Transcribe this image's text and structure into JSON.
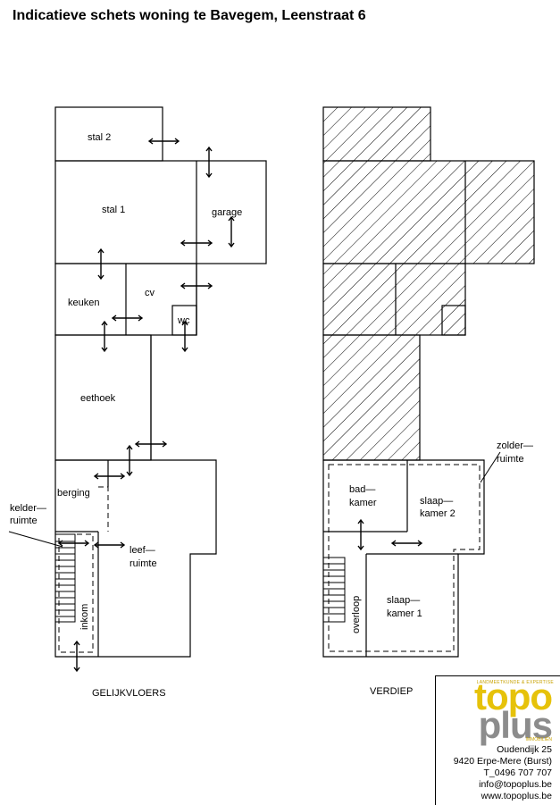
{
  "title": "Indicatieve schets woning te Bavegem, Leenstraat 6",
  "ground_floor": {
    "caption": "GELIJKVLOERS",
    "rooms": {
      "stal2": "stal  2",
      "stal1": "stal  1",
      "garage": "garage",
      "keuken": "keuken",
      "cv": "cv",
      "wc": "wc",
      "eethoek": "eethoek",
      "berging": "berging",
      "kelder_l1": "kelder—",
      "kelder_l2": "ruimte",
      "leef_l1": "leef—",
      "leef_l2": "ruimte",
      "inkom": "inkom"
    }
  },
  "upper_floor": {
    "caption": "VERDIEP",
    "rooms": {
      "bad_l1": "bad—",
      "bad_l2": "kamer",
      "slaap2_l1": "slaap—",
      "slaap2_l2": "kamer  2",
      "slaap1_l1": "slaap—",
      "slaap1_l2": "kamer  1",
      "zolder_l1": "zolder—",
      "zolder_l2": "ruimte",
      "overloop": "overloop"
    }
  },
  "company": {
    "tagline": "LANDMEETKUNDE & EXPERTISE",
    "logo_word1": "topo",
    "logo_word2": "plus",
    "logo_sub": "IMMOBILIËN",
    "address": "Oudendijk 25",
    "city": "9420 Erpe-Mere (Burst)",
    "phone": "T_0496 707 707",
    "email": "info@topoplus.be",
    "website": "www.topoplus.be",
    "logo_color_topo": "#e6c20a",
    "logo_color_plus": "#8c8c8c"
  }
}
